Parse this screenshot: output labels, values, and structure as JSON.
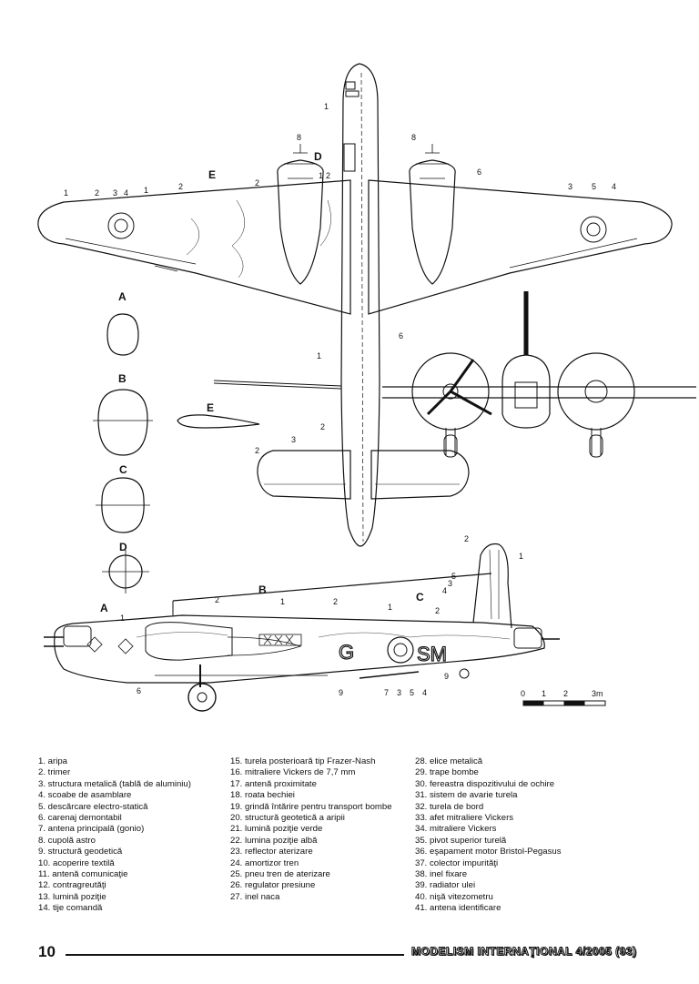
{
  "legend": {
    "col1": [
      "1. aripa",
      "2. trimer",
      "3. structura metalică (tablă de aluminiu)",
      "4. scoabe de asamblare",
      "5. descărcare electro-statică",
      "6. carenaj demontabil",
      "7. antena principală (gonio)",
      "8. cupolă astro",
      "9. structură geodetică",
      "10. acoperire textilă",
      "11. antenă comunicaţie",
      "12. contragreutăţi",
      "13. lumină poziţie",
      "14. tije comandă"
    ],
    "col2": [
      "15. turela posterioară tip Frazer-Nash",
      "16. mitraliere Vickers de 7,7 mm",
      "17. antenă proximitate",
      "18. roata bechiei",
      "19. grindă întărire pentru transport bombe",
      "20. structură geotetică a aripii",
      "21. lumină poziţie verde",
      "22. lumina poziţie albă",
      "23. reflector aterizare",
      "24. amortizor tren",
      "25. pneu tren de aterizare",
      "26. regulator presiune",
      "27. inel naca"
    ],
    "col3": [
      "28. elice metalică",
      "29. trape bombe",
      "30. fereastra dispozitivului de ochire",
      "31. sistem de avarie turela",
      "32. turela de bord",
      "33. afet mitraliere Vickers",
      "34. mitraliere Vickers",
      "35. pivot superior turelă",
      "36. eşapament motor Bristol-Pegasus",
      "37. colector impurităţi",
      "38. inel fixare",
      "39. radiator ulei",
      "40. nişă vitezometru",
      "41. antena identificare"
    ]
  },
  "section_labels": {
    "a": "A",
    "b": "B",
    "c": "C",
    "d": "D",
    "e": "E"
  },
  "callouts": {
    "n1": "1",
    "n2": "2",
    "n3": "3",
    "n4": "4",
    "n5": "5",
    "n6": "6",
    "n7": "7",
    "n8": "8",
    "n9": "9"
  },
  "aircraft_code": {
    "g": "G",
    "sm": "SM"
  },
  "scale_bar": {
    "t0": "0",
    "t1": "1",
    "t2": "2",
    "t3": "3m"
  },
  "footer": {
    "page_number": "10",
    "magazine": "MODELISM INTERNAŢIONAL 4/2005 (93)"
  }
}
